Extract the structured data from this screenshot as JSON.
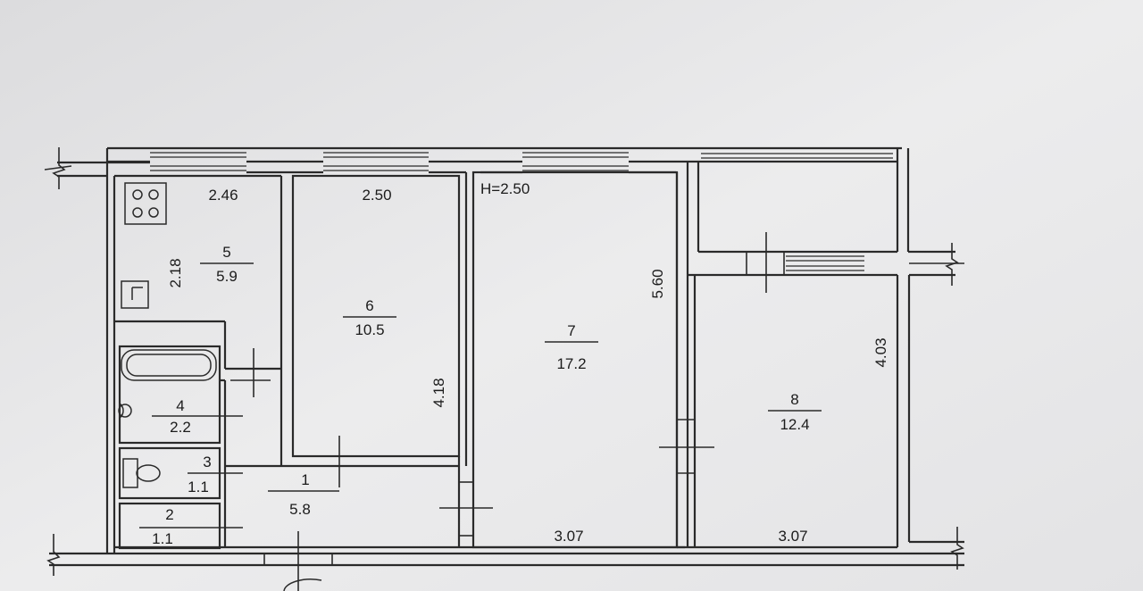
{
  "plan": {
    "ceiling_height": "H=2.50",
    "rooms": [
      {
        "number": "5",
        "area": "5.9"
      },
      {
        "number": "6",
        "area": "10.5"
      },
      {
        "number": "7",
        "area": "17.2"
      },
      {
        "number": "8",
        "area": "12.4"
      },
      {
        "number": "4",
        "area": "2.2"
      },
      {
        "number": "3",
        "area": "1.1"
      },
      {
        "number": "2",
        "area": "1.1"
      },
      {
        "number": "1",
        "area": "5.8"
      }
    ],
    "dimensions": {
      "kitchen_width": "2.46",
      "kitchen_depth": "2.18",
      "room6_width": "2.50",
      "room6_depth": "4.18",
      "room7_depth": "5.60",
      "room7_width": "3.07",
      "room8_width": "3.07",
      "room8_depth": "4.03"
    }
  },
  "colors": {
    "paper": "#e9e9ea",
    "line": "#2a2a2a"
  }
}
